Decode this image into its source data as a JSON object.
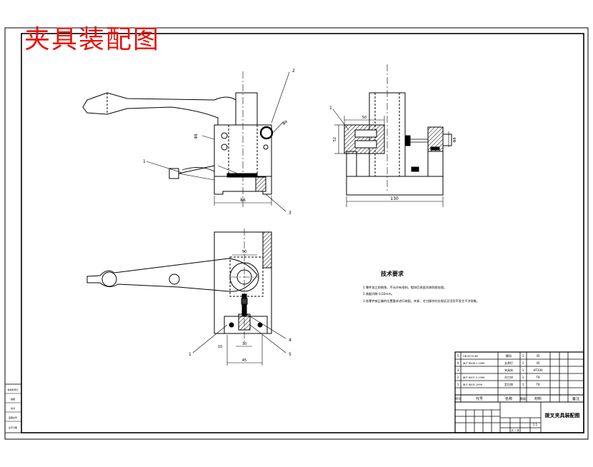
{
  "sheet": {
    "title": "夹具装配图",
    "title_color": "#e8140c",
    "line_color": "#000000",
    "background": "#ffffff"
  },
  "technical_requirements": {
    "heading": "技术要求",
    "lines": [
      "1.零件加工前倒角，不允许有毛刺。镀锌后表面涂漆防腐处理。",
      "2.装配间隙 0.02mm。",
      "3.各零件按正确的位置要求进行装配，夹紧、对刀操作时应保证灵活而不发生干涉现象。"
    ]
  },
  "dimensions": {
    "front_width": "86",
    "front_hole": "Φ8",
    "front_slot": "Φ8",
    "side_width": "130",
    "side_bore": "50",
    "side_height": "52",
    "side_right": "Φ8",
    "plan_top": "50",
    "plan_a": "10",
    "plan_b": "30",
    "plan_width": "45"
  },
  "callouts": [
    "1",
    "2",
    "3",
    "4",
    "5"
  ],
  "title_block": {
    "drawing_name": "拨叉夹具装配图",
    "bom_headers": [
      "序号",
      "代号",
      "名称",
      "数量",
      "材料",
      "备注"
    ],
    "bom_rows": [
      {
        "no": "5",
        "code": "GB 6170-86",
        "name": "螺母",
        "qty": "1",
        "material": "45"
      },
      {
        "no": "4",
        "code": "JB/T 8008.1-1999",
        "name": "支承钉",
        "qty": "1",
        "material": "45"
      },
      {
        "no": "3",
        "code": "",
        "name": "夹具体",
        "qty": "1",
        "material": "HT200"
      },
      {
        "no": "2",
        "code": "JB/T 8007.2-1999",
        "name": "对刀块",
        "qty": "1",
        "material": "T8"
      },
      {
        "no": "1",
        "code": "JB/T 8005-1999",
        "name": "定位销",
        "qty": "1",
        "material": "T8"
      }
    ],
    "scale_label": "1:1",
    "sheet_label": "共 1 张"
  },
  "margin_block": {
    "labels": [
      "借用件登记",
      "描图",
      "校对",
      "底图总号",
      "签字日期"
    ]
  }
}
